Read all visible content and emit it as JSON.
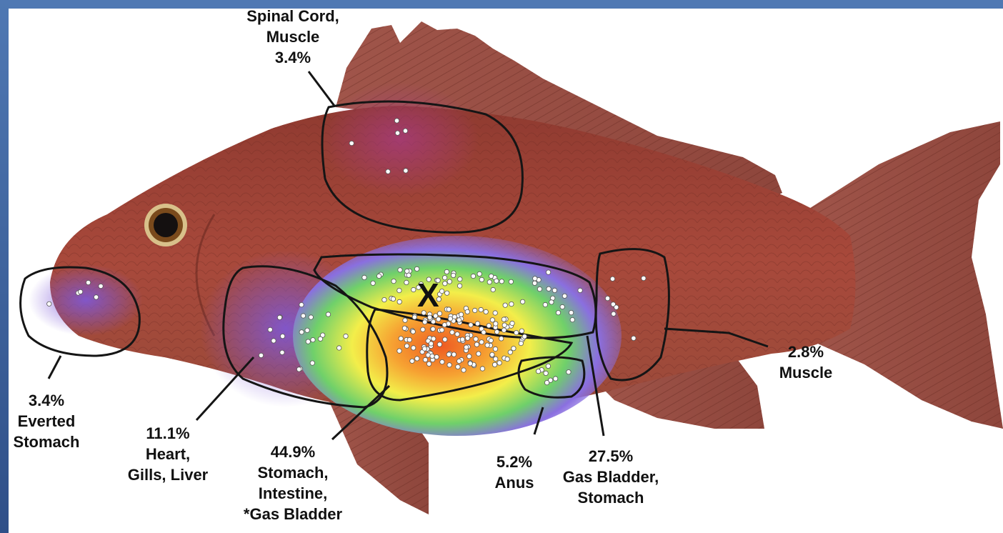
{
  "diagram": {
    "marker": "X",
    "accent_colors": {
      "fish_body": "#a2463a",
      "fin": "#9c5a4c",
      "heat_low": "#7d5fd6",
      "heat_mid": "#f3ee4a",
      "heat_high": "#ee6a2a",
      "outline": "#151515",
      "frame": "#4f78b3"
    },
    "regions": [
      {
        "id": "spinal-cord-muscle",
        "percent": "3.4%",
        "lines": [
          "Spinal Cord,",
          "Muscle"
        ]
      },
      {
        "id": "everted-stomach",
        "percent": "3.4%",
        "lines": [
          "Everted",
          "Stomach"
        ]
      },
      {
        "id": "heart-gills-liver",
        "percent": "11.1%",
        "lines": [
          "Heart,",
          "Gills, Liver"
        ]
      },
      {
        "id": "stomach-intestine-gas-bladder",
        "percent": "44.9%",
        "lines": [
          "Stomach,",
          "Intestine,",
          "*Gas Bladder"
        ]
      },
      {
        "id": "anus",
        "percent": "5.2%",
        "lines": [
          "Anus"
        ]
      },
      {
        "id": "gas-bladder-stomach",
        "percent": "27.5%",
        "lines": [
          "Gas Bladder,",
          "Stomach"
        ]
      },
      {
        "id": "muscle-tail",
        "percent": "2.8%",
        "lines": [
          "Muscle"
        ]
      }
    ]
  }
}
